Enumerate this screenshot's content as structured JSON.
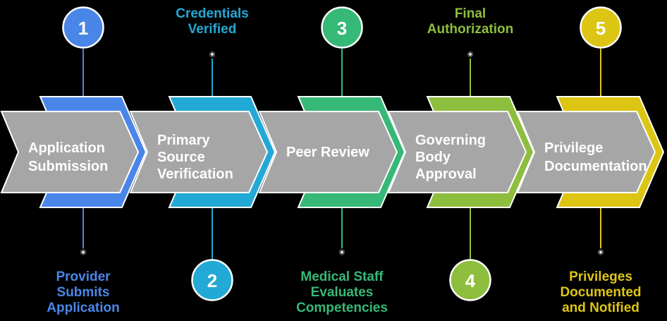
{
  "diagram": {
    "type": "process-flow-chevrons",
    "step_count": 5
  },
  "colors": {
    "background": "#000000",
    "chevron_gray": "#a6a6a6",
    "label_text": "#ffffff",
    "dot_ring": "#4a4a4a",
    "dot_fill": "#ffffff"
  },
  "steps": [
    {
      "number": "1",
      "color": "#4a86e8",
      "label_lines": [
        "Application",
        "Submission"
      ],
      "annotation_lines": [
        "Provider",
        "Submits",
        "Application"
      ],
      "annotation_position": "bottom",
      "circle_position": "top"
    },
    {
      "number": "2",
      "color": "#23a9d6",
      "label_lines": [
        "Primary",
        "Source",
        "Verification"
      ],
      "annotation_lines": [
        "Credentials",
        "Verified"
      ],
      "annotation_position": "top",
      "circle_position": "bottom"
    },
    {
      "number": "3",
      "color": "#36b877",
      "label_lines": [
        "Peer Review"
      ],
      "annotation_lines": [
        "Medical Staff",
        "Evaluates",
        "Competencies"
      ],
      "annotation_position": "bottom",
      "circle_position": "top"
    },
    {
      "number": "4",
      "color": "#8ebe3d",
      "label_lines": [
        "Governing",
        "Body",
        "Approval"
      ],
      "annotation_lines": [
        "Final",
        "Authorization"
      ],
      "annotation_position": "top",
      "circle_position": "bottom"
    },
    {
      "number": "5",
      "color": "#ddc613",
      "label_lines": [
        "Privilege",
        "Documentation"
      ],
      "annotation_lines": [
        "Privileges",
        "Documented",
        "and Notified"
      ],
      "annotation_position": "bottom",
      "circle_position": "top"
    }
  ]
}
